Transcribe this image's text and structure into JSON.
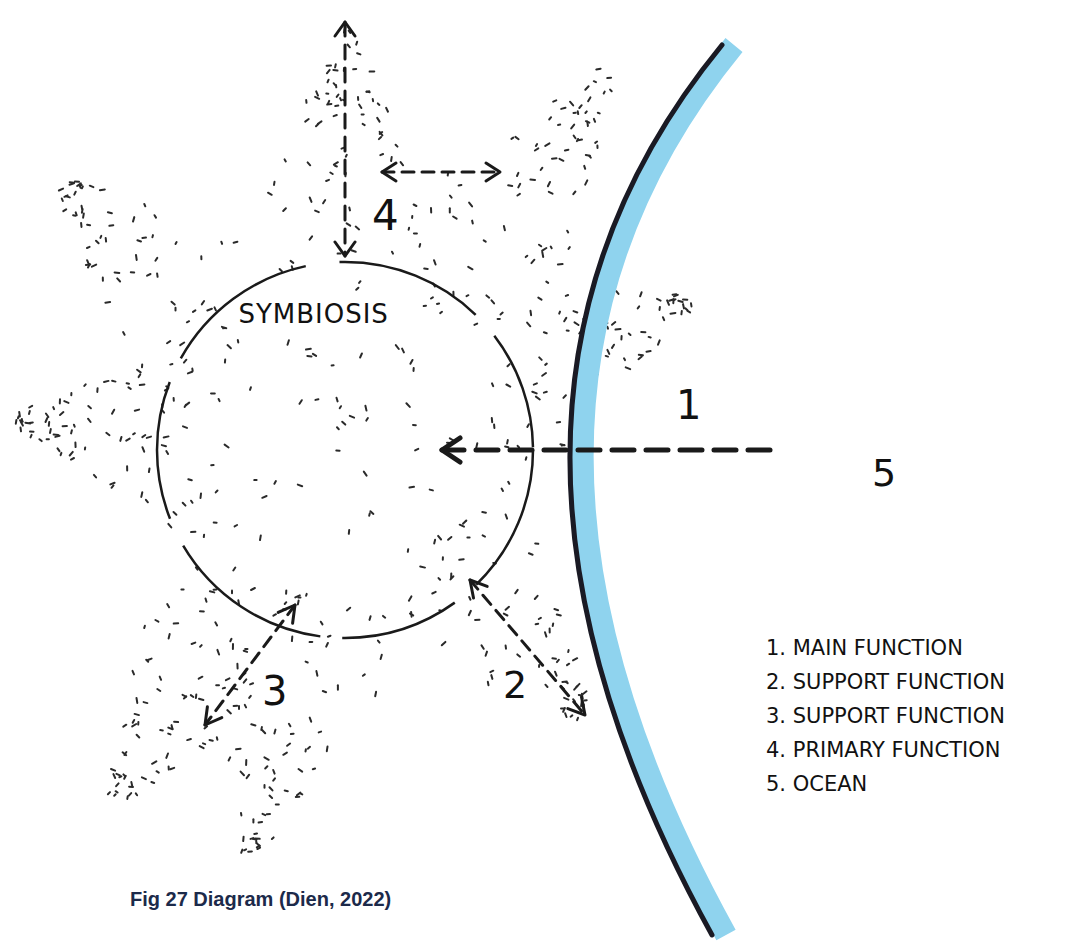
{
  "diagram": {
    "caption": "Fig 27 Diagram (Dien, 2022)",
    "nodes": [
      {
        "text": [
          "SYMBIOSIS"
        ]
      }
    ],
    "labels": [
      "1",
      "2",
      "3",
      "4",
      "5"
    ],
    "legend": [
      {
        "text": "1. MAIN FUNCTION"
      },
      {
        "text": "2. SUPPORT FUNCTION"
      },
      {
        "text": "3. SUPPORT FUNCTION"
      },
      {
        "text": "4. PRIMARY FUNCTION"
      },
      {
        "text": "5. OCEAN"
      }
    ]
  }
}
